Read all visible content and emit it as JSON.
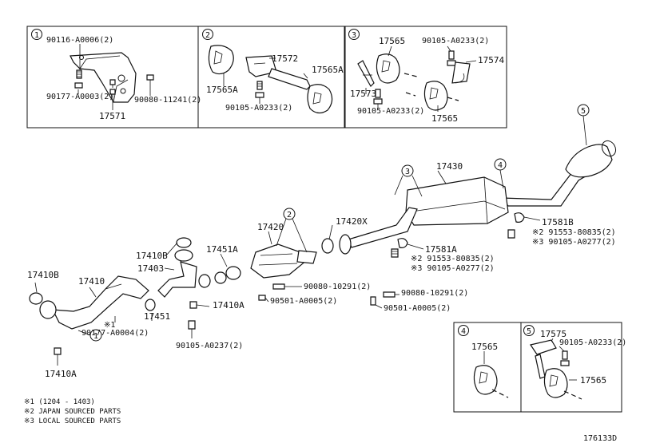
{
  "boxes": {
    "b1": {
      "num": "1",
      "labels": [
        "90116-A0006(2)",
        "90177-A0003(2)",
        "90080-11241(2)",
        "17571"
      ]
    },
    "b2": {
      "num": "2",
      "labels": [
        "17572",
        "17565A",
        "17565A",
        "90105-A0233(2)"
      ]
    },
    "b3": {
      "num": "3",
      "labels": [
        "17565",
        "90105-A0233(2)",
        "17574",
        "17573",
        "90105-A0233(2)",
        "17565"
      ]
    },
    "b4": {
      "num": "4",
      "labels": [
        "17565"
      ]
    },
    "b5": {
      "num": "5",
      "labels": [
        "17575",
        "90105-A0233(2)",
        "17565"
      ]
    }
  },
  "main": {
    "callouts": [
      "5",
      "4",
      "3",
      "2",
      "1"
    ],
    "labels": {
      "p17430": "17430",
      "p17581B": "17581B",
      "p17581B_a": "※2 91553-80835(2)",
      "p17581B_b": "※3 90105-A0277(2)",
      "p17420X": "17420X",
      "p17420": "17420",
      "p17581A": "17581A",
      "p17581A_a": "※2 91553-80835(2)",
      "p17581A_b": "※3 90105-A0277(2)",
      "p17451A": "17451A",
      "p17410B_top": "17410B",
      "p17403": "17403",
      "p17410B_left": "17410B",
      "p17410": "17410",
      "p17451": "17451",
      "p17410A_mid": "17410A",
      "p17410A_bot": "17410A",
      "p90080_a": "90080-10291(2)",
      "p90501_a": "90501-A0005(2)",
      "p90080_b": "90080-10291(2)",
      "p90501_b": "90501-A0005(2)",
      "p90105_0237": "90105-A0237(2)",
      "p90177_0004": "90177-A0004(2)",
      "p_x1": "※1"
    }
  },
  "notes": [
    "※1 (1204 - 1403)",
    "※2 JAPAN SOURCED PARTS",
    "※3 LOCAL SOURCED PARTS"
  ],
  "figure_id": "176133D"
}
